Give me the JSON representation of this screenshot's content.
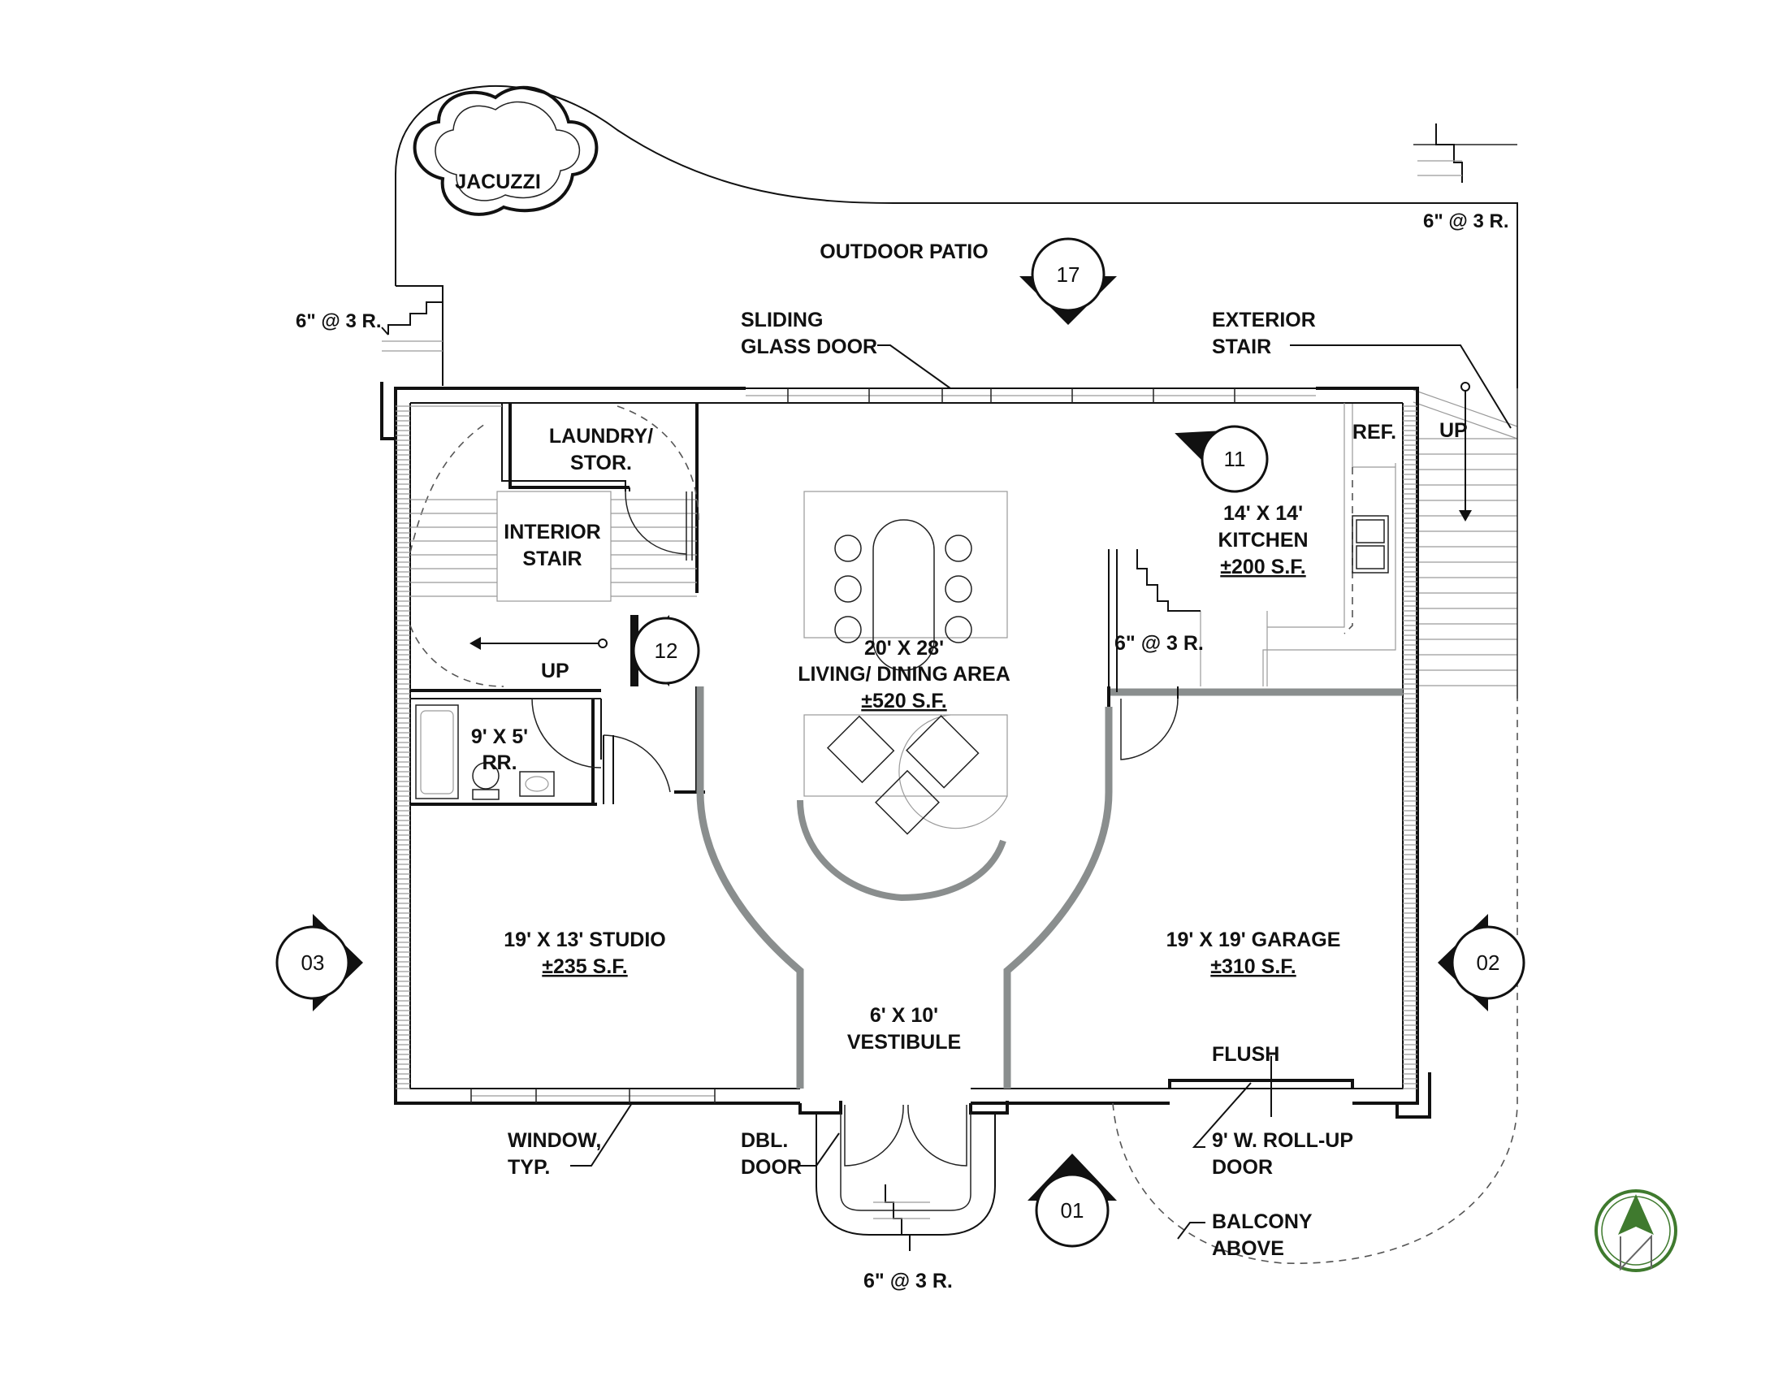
{
  "plan": {
    "outdoor": {
      "jacuzzi": "JACUZZI",
      "patio": "OUTDOOR PATIO",
      "sliding_door": [
        "SLIDING",
        "GLASS DOOR"
      ],
      "exterior_stair": [
        "EXTERIOR",
        "STAIR"
      ],
      "stair_note_left": "6\" @ 3 R.",
      "stair_note_right": "6\" @ 3 R.",
      "stair_note_front": "6\" @ 3 R.",
      "up": "UP"
    },
    "rooms": {
      "laundry": [
        "LAUNDRY/",
        "STOR."
      ],
      "interior_stair": [
        "INTERIOR",
        "STAIR"
      ],
      "interior_up": "UP",
      "living_dims": "20' X 28'",
      "living_name": "LIVING/ DINING AREA",
      "living_area": "±520 S.F.",
      "kitchen_dims": "14' X 14'",
      "kitchen_name": "KITCHEN",
      "kitchen_area": "±200 S.F.",
      "ref": "REF.",
      "inner_stair_note": "6\" @ 3 R.",
      "rr_dims": "9' X 5'",
      "rr_name": "RR.",
      "studio_name": "19' X 13' STUDIO",
      "studio_area": "±235 S.F.",
      "garage_name": "19' X 19' GARAGE",
      "garage_area": "±310 S.F.",
      "vestibule": [
        "6' X 10'",
        "VESTIBULE"
      ]
    },
    "notes": {
      "window": [
        "WINDOW,",
        "TYP."
      ],
      "dbl_door": [
        "DBL.",
        "DOOR"
      ],
      "flush": "FLUSH",
      "roll_up": [
        "9' W. ROLL-UP",
        "DOOR"
      ],
      "balcony": [
        "BALCONY",
        "ABOVE"
      ]
    },
    "tags": {
      "t17": "17",
      "t11": "11",
      "t12": "12",
      "t03": "03",
      "t02": "02",
      "t01": "01"
    },
    "colors": {
      "ink": "#111111",
      "wall_gray": "#8a8e8e",
      "north_arrow": "#3f7a2e"
    }
  }
}
